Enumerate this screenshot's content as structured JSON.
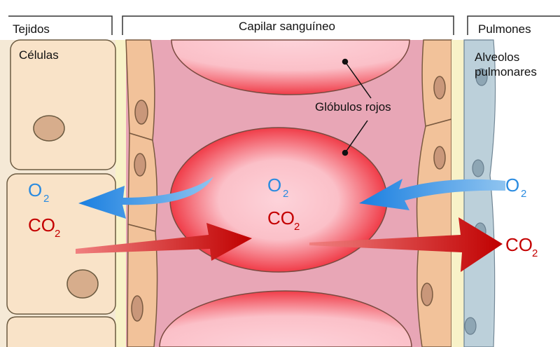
{
  "headers": {
    "tissues": "Tejidos",
    "capillary": "Capilar sanguíneo",
    "lungs": "Pulmones"
  },
  "labels": {
    "cells": "Células",
    "alveoli_line1": "Alveolos",
    "alveoli_line2": "pulmonares",
    "red_cells": "Glóbulos rojos"
  },
  "gases": {
    "o2": "O",
    "co2": "CO",
    "sub": "2"
  },
  "colors": {
    "o2": "#2a8be0",
    "co2": "#c40000",
    "lumen": "#e8a6b6",
    "cell": "#f9e3c8",
    "alveoli": "#bcd0da"
  }
}
